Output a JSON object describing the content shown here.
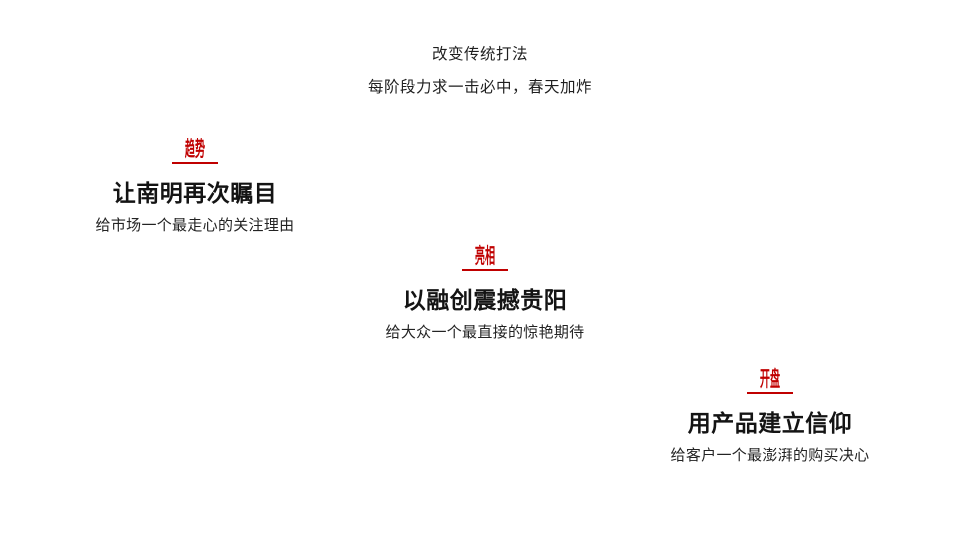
{
  "slide": {
    "background_color": "#ffffff",
    "accent_color": "#C00000",
    "heading_color": "#141414",
    "body_color": "#232323"
  },
  "header": {
    "line1": "改变传统打法",
    "line2": "每阶段力求一击必中，春天加炸"
  },
  "blocks": [
    {
      "badge": "趋势",
      "heading": "让南明再次瞩目",
      "subtitle": "给市场一个最走心的关注理由"
    },
    {
      "badge": "亮相",
      "heading": "以融创震撼贵阳",
      "subtitle": "给大众一个最直接的惊艳期待"
    },
    {
      "badge": "开盘",
      "heading": "用产品建立信仰",
      "subtitle": "给客户一个最澎湃的购买决心"
    }
  ]
}
